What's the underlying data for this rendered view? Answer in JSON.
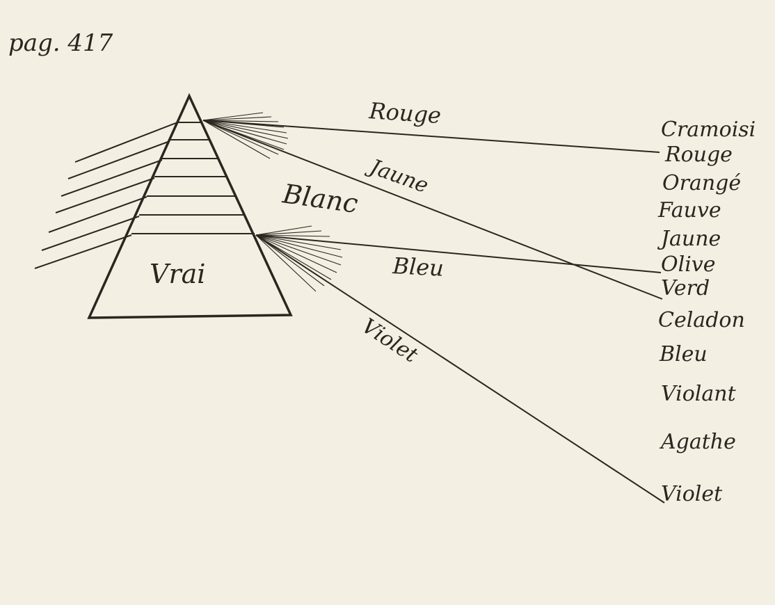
{
  "page_label": "pag. 417",
  "prism_label": "Vrai",
  "white_light_label": "Blanc",
  "ray_labels": {
    "rouge": "Rouge",
    "jaune": "Jaune",
    "bleu": "Bleu",
    "violet": "Violet"
  },
  "color_scale": [
    "Cramoisi",
    "Rouge",
    "Orangé",
    "Fauve",
    "Jaune",
    "Olive",
    "Verd",
    "Celadon",
    "Bleu",
    "Violant",
    "Agathe",
    "Violet"
  ],
  "colors": {
    "paper": "#f3efe2",
    "ink": "#2a2620"
  }
}
